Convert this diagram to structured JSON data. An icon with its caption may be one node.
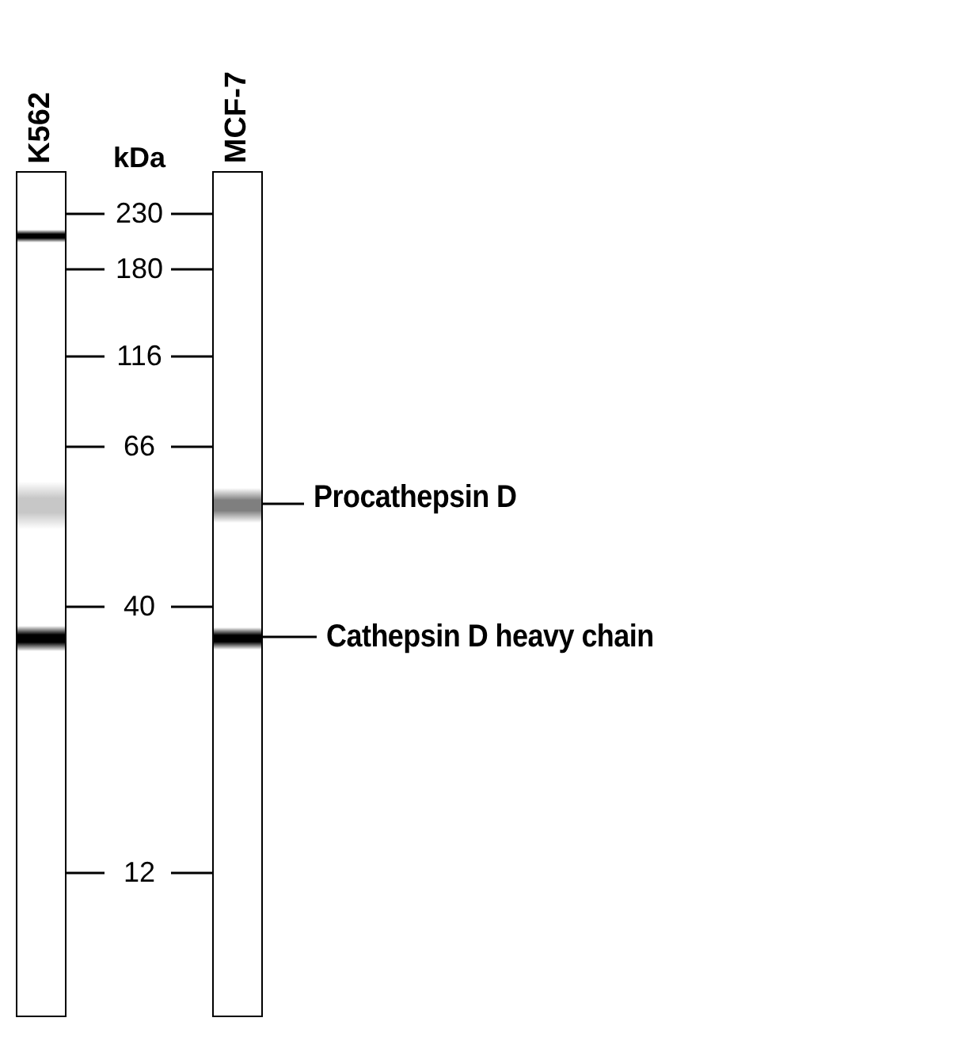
{
  "diagram": {
    "nodes": [
      {
        "text": [
          "K562"
        ]
      },
      {
        "text": [],
        "shape": "bar",
        "in": 0
      },
      {
        "text": [],
        "shape": "bar",
        "in": 0
      },
      {
        "text": [],
        "shape": "bar",
        "in": 0
      },
      {
        "text": [
          "MCF-7"
        ]
      },
      {
        "text": [],
        "shape": "bar",
        "in": 4
      },
      {
        "text": [],
        "shape": "bar",
        "in": 4
      },
      {
        "text": [
          "Procathepsin D"
        ]
      },
      {
        "text": [
          "Cathepsin D heavy chain"
        ]
      }
    ],
    "edges": [
      {
        "from": 7,
        "to": 5,
        "arrow": "none"
      },
      {
        "from": 8,
        "to": 6,
        "arrow": "none"
      }
    ],
    "labels": [
      "kDa",
      "230",
      "180",
      "116",
      "66",
      "40",
      "12"
    ]
  }
}
